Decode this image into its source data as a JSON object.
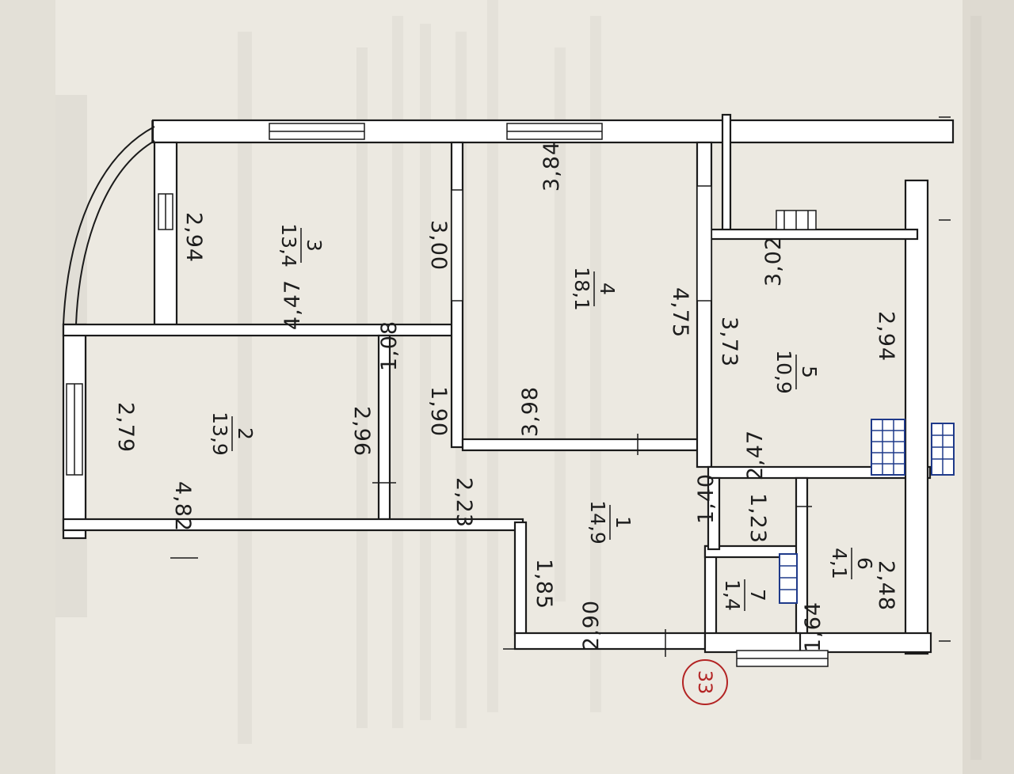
{
  "plan": {
    "apartment_number": "33",
    "rooms": [
      {
        "id": "1",
        "area": "14,9"
      },
      {
        "id": "2",
        "area": "13,9"
      },
      {
        "id": "3",
        "area": "13,4"
      },
      {
        "id": "4",
        "area": "18,1"
      },
      {
        "id": "5",
        "area": "10,9"
      },
      {
        "id": "6",
        "area": "4,1"
      },
      {
        "id": "7",
        "area": "1,4"
      }
    ],
    "dimensions": {
      "d_279": "2,79",
      "d_482": "4,82",
      "d_296": "2,96",
      "d_223": "2,23",
      "d_294a": "2,94",
      "d_447": "4,47",
      "d_300": "3,00",
      "d_108": "1,08",
      "d_190": "1,90",
      "d_384": "3,84",
      "d_475": "4,75",
      "d_398": "3,98",
      "d_302": "3,02",
      "d_373": "3,73",
      "d_294b": "2,94",
      "d_247": "2,47",
      "d_140": "1,40",
      "d_123": "1,23",
      "d_185": "1,85",
      "d_290": "2,90",
      "d_248": "2,48",
      "d_164": "1,64"
    }
  }
}
